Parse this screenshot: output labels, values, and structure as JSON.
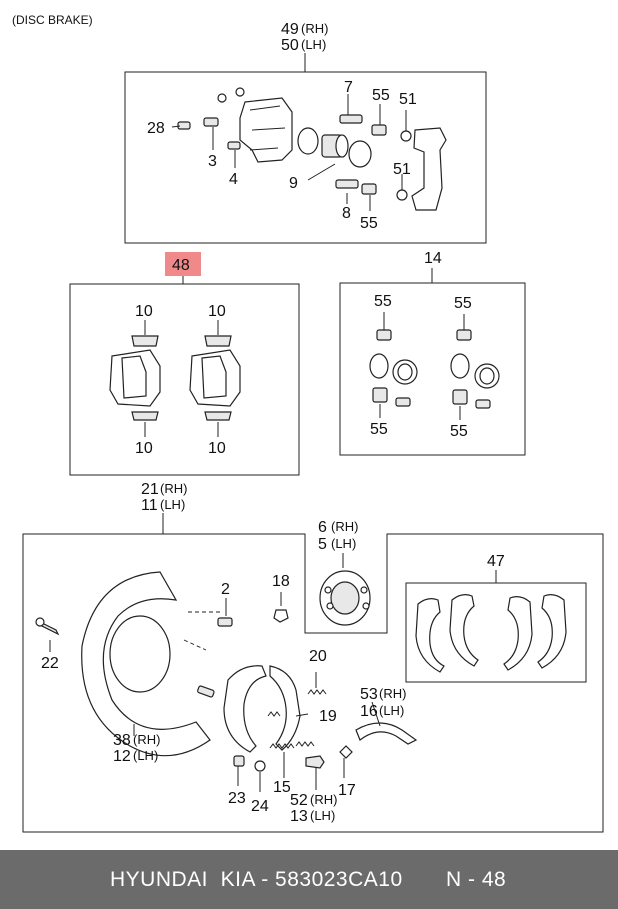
{
  "header": {
    "section_title": "(DISC BRAKE)"
  },
  "callouts": {
    "c49": "49",
    "c50": "50",
    "rh": "(RH)",
    "lh": "(LH)",
    "c7": "7",
    "c55": "55",
    "c51": "51",
    "c28": "28",
    "c3": "3",
    "c4": "4",
    "c9": "9",
    "c8": "8",
    "c48": "48",
    "c14": "14",
    "c10": "10",
    "c21": "21",
    "c11": "11",
    "c6": "6",
    "c5": "5",
    "c47": "47",
    "c2": "2",
    "c18": "18",
    "c22": "22",
    "c20": "20",
    "c19": "19",
    "c53": "53",
    "c16": "16",
    "c38": "38",
    "c12": "12",
    "c23": "23",
    "c24": "24",
    "c15": "15",
    "c52": "52",
    "c13": "13",
    "c17": "17"
  },
  "highlight": {
    "color": "#f08a8a",
    "part": "48"
  },
  "footer": {
    "brand": "HYUNDAI  KIA - 583023CA10",
    "page": "N - 48"
  }
}
